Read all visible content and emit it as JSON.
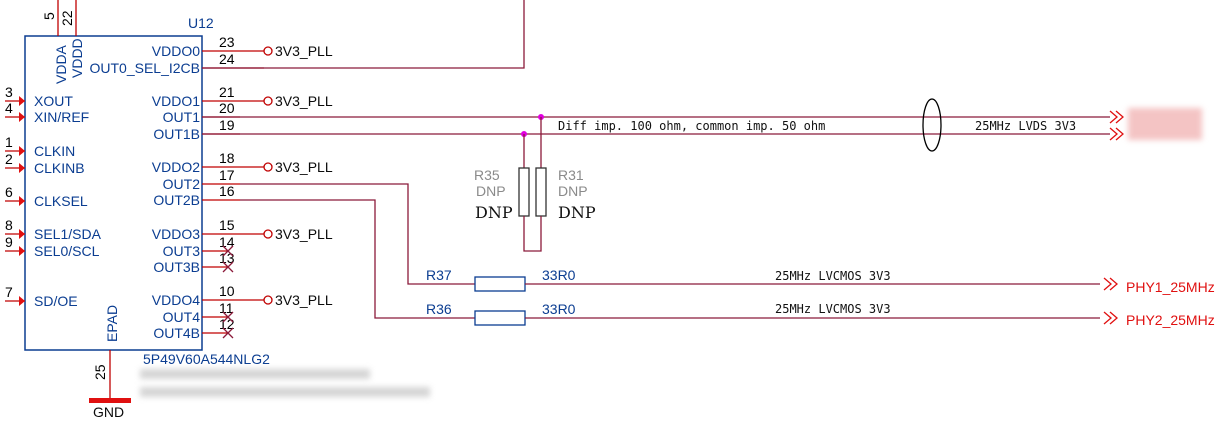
{
  "component": {
    "refdes": "U12",
    "part_number": "5P49V60A544NLG2",
    "top_pins": [
      {
        "num": "5",
        "name": "VDDA"
      },
      {
        "num": "22",
        "name": "VDDD"
      }
    ],
    "left_pins": [
      {
        "num": "3",
        "name": "XOUT"
      },
      {
        "num": "4",
        "name": "XIN/REF"
      },
      {
        "num": "1",
        "name": "CLKIN"
      },
      {
        "num": "2",
        "name": "CLKINB"
      },
      {
        "num": "6",
        "name": "CLKSEL"
      },
      {
        "num": "8",
        "name": "SEL1/SDA"
      },
      {
        "num": "9",
        "name": "SEL0/SCL"
      },
      {
        "num": "7",
        "name": "SD/OE"
      }
    ],
    "right_pins": [
      {
        "num": "23",
        "name": "VDDO0",
        "net": "3V3_PLL"
      },
      {
        "num": "24",
        "name": "OUT0_SEL_I2CB",
        "net": ""
      },
      {
        "num": "21",
        "name": "VDDO1",
        "net": "3V3_PLL"
      },
      {
        "num": "20",
        "name": "OUT1",
        "net": ""
      },
      {
        "num": "19",
        "name": "OUT1B",
        "net": ""
      },
      {
        "num": "18",
        "name": "VDDO2",
        "net": "3V3_PLL"
      },
      {
        "num": "17",
        "name": "OUT2",
        "net": ""
      },
      {
        "num": "16",
        "name": "OUT2B",
        "net": ""
      },
      {
        "num": "15",
        "name": "VDDO3",
        "net": "3V3_PLL"
      },
      {
        "num": "14",
        "name": "OUT3",
        "net": ""
      },
      {
        "num": "13",
        "name": "OUT3B",
        "net": ""
      },
      {
        "num": "10",
        "name": "VDDO4",
        "net": "3V3_PLL"
      },
      {
        "num": "11",
        "name": "OUT4",
        "net": ""
      },
      {
        "num": "12",
        "name": "OUT4B",
        "net": ""
      }
    ],
    "bottom_pin": {
      "num": "25",
      "name": "EPAD"
    }
  },
  "gnd_label": "GND",
  "diff_pair": {
    "note": "Diff imp. 100 ohm, common imp. 50 ohm",
    "label": "25MHz LVDS 3V3"
  },
  "term_resistors": [
    {
      "ref": "R35",
      "value": "DNP",
      "bom": "DNP"
    },
    {
      "ref": "R31",
      "value": "DNP",
      "bom": "DNP"
    }
  ],
  "series_resistors": [
    {
      "ref": "R37",
      "value": "33R0",
      "signal": "25MHz LVCMOS 3V3",
      "port": "PHY1_25MHz"
    },
    {
      "ref": "R36",
      "value": "33R0",
      "signal": "25MHz LVCMOS 3V3",
      "port": "PHY2_25MHz"
    }
  ],
  "colors": {
    "symbol": "#0b3d91",
    "wire": "#8b1a3a",
    "pin": "#c00000",
    "port": "#e01010",
    "junction": "#e000e0"
  }
}
